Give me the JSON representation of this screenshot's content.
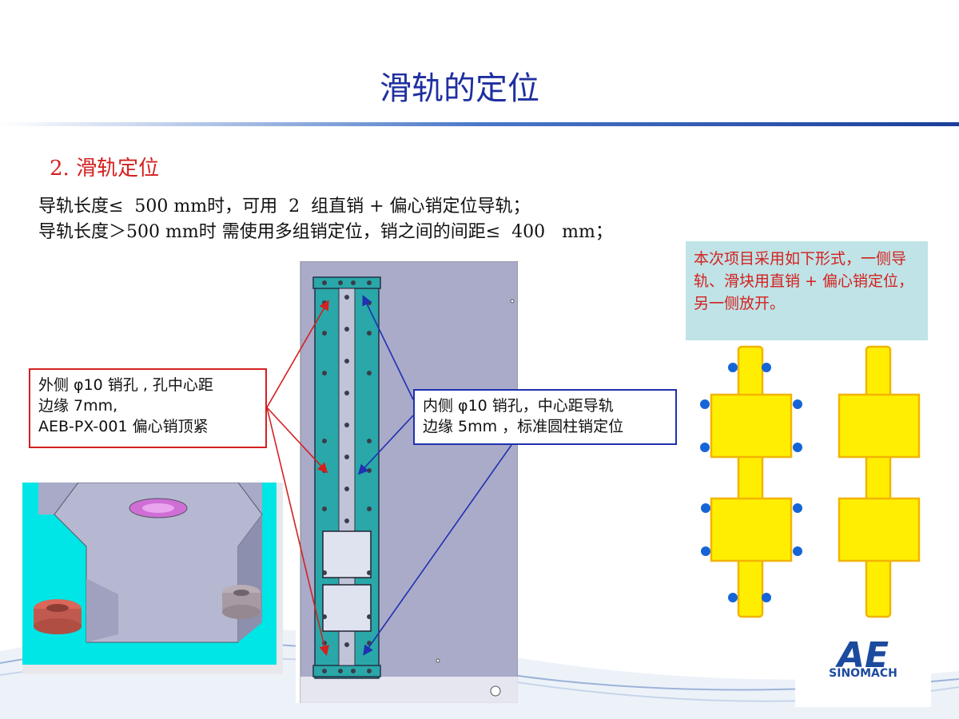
{
  "slide": {
    "title": "滑轨的定位",
    "section_heading": "2. 滑轨定位",
    "lines": [
      "导轨长度≤  500 mm时，可用  2  组直销 + 偏心销定位导轨；",
      "导轨长度＞500 mm时 需使用多组销定位，销之间的间距≤  400   mm；"
    ],
    "note": "本次项目采用如下形式，一侧导轨、滑块用直销 + 偏心销定位，另一侧放开。",
    "outer_callout": [
      "外侧 φ10 销孔 , 孔中心距",
      "边缘 7mm,",
      "AEB-PX-001 偏心销顶紧"
    ],
    "inner_callout": [
      "内侧 φ10 销孔，中心距导轨",
      "边缘 5mm ，标准圆柱销定位"
    ],
    "logo": {
      "mark": "AE",
      "name": "SINOMACH"
    }
  },
  "colors": {
    "title_blue": "#1f2fa0",
    "accent_red": "#d42020",
    "rail_teal": "#2aa7a9",
    "block_yellow": "#ffee00",
    "pin_blue": "#1565d8",
    "panel_grey": "#a9abc9"
  }
}
